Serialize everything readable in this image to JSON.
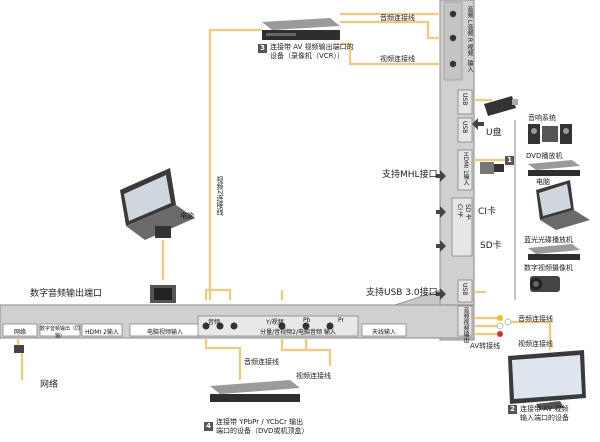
{
  "top_device": {
    "number": "3",
    "caption": [
      "连接带 AV 视频输出端口的",
      "设备（录像机（VCR））"
    ],
    "audio_cable": "音频连接线",
    "video_cable": "视频连接线"
  },
  "side_panel": {
    "top_port_labels": [
      "音频 L",
      "音频 R",
      "视频",
      "输入"
    ],
    "port_usb_1": "USB",
    "port_usb_2": "USB",
    "port_hdmi": "HDMI 1输入",
    "card_slot_labels": [
      "CI 卡",
      "SD 卡"
    ],
    "port_usb_3": "USB",
    "port_av": "音频视频输出"
  },
  "right_devices": {
    "usb_disk": "U盘",
    "audio_system": "音响系统",
    "dvd_player": "DVD播放机",
    "computer": "电脑",
    "bluray_player": "蓝光光碟播放机",
    "camcorder": "数字视频摄像机",
    "mhl_label": "支持MHL接口",
    "mhl_number": "1",
    "ci_card": "CI卡",
    "sd_card": "SD卡",
    "usb3_label": "支持USB 3.0接口",
    "av_adapter": "AV转接线",
    "right_audio_cable": "音频连接线",
    "right_video_cable": "视频连接线"
  },
  "left_devices": {
    "laptop": "电脑",
    "video2_cable": "视频2连接线",
    "digital_audio_out": "数字音频输出端口",
    "network": "网络"
  },
  "bottom_panel": {
    "ports": [
      "网络",
      "数字音频输出（同轴）",
      "HDMI 2输入",
      "电脑视频输入",
      "分量/音视频2/电脑音频 输入",
      "天线输入"
    ],
    "component_header": [
      "Y/视频",
      "Pb",
      "Pr"
    ],
    "audio_header": "音频"
  },
  "bottom_device": {
    "number": "4",
    "caption": [
      "连接带 YPbPr / YCbCr 输出",
      "端口的设备（DVD或机顶盒）"
    ],
    "audio_cable": "音频连接线",
    "video_cable": "视频连接线"
  },
  "tv_device": {
    "number": "2",
    "caption": [
      "连接带 AV 视频",
      "输入端口的设备"
    ]
  },
  "colors": {
    "panel": "#d0d0d0",
    "panel_edge": "#8a8a8a",
    "cable": "#f5c97a",
    "cable_dark": "#e8a13a",
    "device": "#3a3a3a",
    "arrow": "#444444"
  }
}
